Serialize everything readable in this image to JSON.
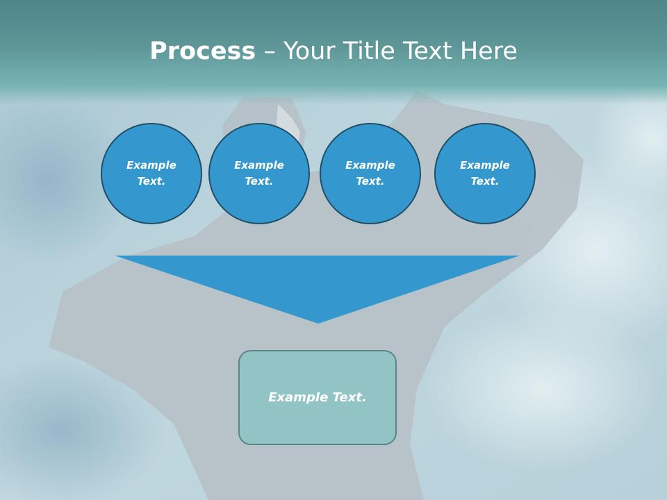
{
  "slide": {
    "title_bold": "Process",
    "title_rest": " – Your Title Text Here",
    "circles": [
      {
        "label": "Example Text."
      },
      {
        "label": "Example Text."
      },
      {
        "label": "Example Text."
      },
      {
        "label": "Example Text."
      }
    ],
    "result_label": "Example Text."
  },
  "colors": {
    "title_bar": "#5f9799",
    "circle_fill": "#3498cf",
    "circle_border": "#1f4e67",
    "funnel_fill": "#3498cf",
    "result_fill": "#93c4c5",
    "result_border": "#5b8689"
  }
}
